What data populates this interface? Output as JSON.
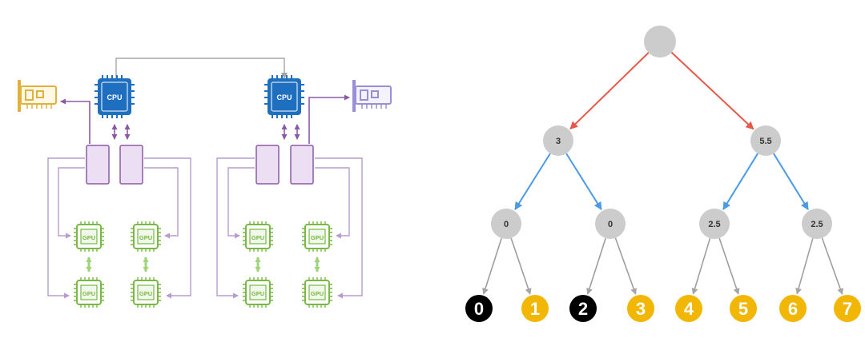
{
  "topology": {
    "cpu_label": "CPU",
    "gpu_label": "GPU",
    "colors": {
      "cpu": "#1f6fc0",
      "switch": "#8b5aa6",
      "switch_fill": "#ecdff3",
      "gpu": "#77b944",
      "nic_left": "#e2b13a",
      "nic_right": "#9a8fd6",
      "link": "#b0b0b0"
    }
  },
  "tree": {
    "nodes": [
      {
        "id": "root",
        "label": ""
      },
      {
        "id": "n3",
        "label": "3"
      },
      {
        "id": "n55",
        "label": "5.5"
      },
      {
        "id": "n0a",
        "label": "0"
      },
      {
        "id": "n0b",
        "label": "0"
      },
      {
        "id": "n25a",
        "label": "2.5"
      },
      {
        "id": "n25b",
        "label": "2.5"
      }
    ],
    "leaves": [
      {
        "label": "0",
        "color": "#000000"
      },
      {
        "label": "1",
        "color": "#f2b705"
      },
      {
        "label": "2",
        "color": "#000000"
      },
      {
        "label": "3",
        "color": "#f2b705"
      },
      {
        "label": "4",
        "color": "#f2b705"
      },
      {
        "label": "5",
        "color": "#f2b705"
      },
      {
        "label": "6",
        "color": "#f2b705"
      },
      {
        "label": "7",
        "color": "#f2b705"
      }
    ],
    "colors": {
      "node": "#cccccc",
      "edge_level1": "#e8584a",
      "edge_level2": "#4a9ae8",
      "edge_level3": "#9e9e9e"
    }
  }
}
